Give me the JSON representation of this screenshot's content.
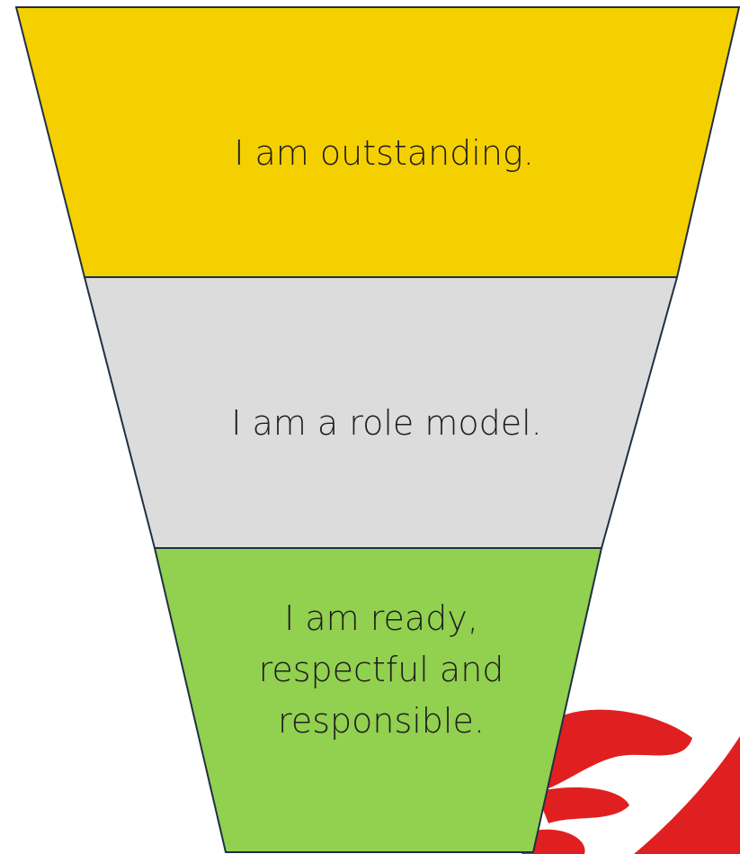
{
  "diagram": {
    "type": "inverted-funnel",
    "tiers": [
      {
        "lines": [
          "I am outstanding."
        ],
        "color": "#F5D000"
      },
      {
        "lines": [
          "I am a role model."
        ],
        "color": "#DCDCDC"
      },
      {
        "lines": [
          "I am ready,",
          "respectful and",
          "responsible."
        ],
        "color": "#92D050"
      }
    ],
    "outline_color": "#1F3045",
    "decoration_color": "#E02020"
  }
}
